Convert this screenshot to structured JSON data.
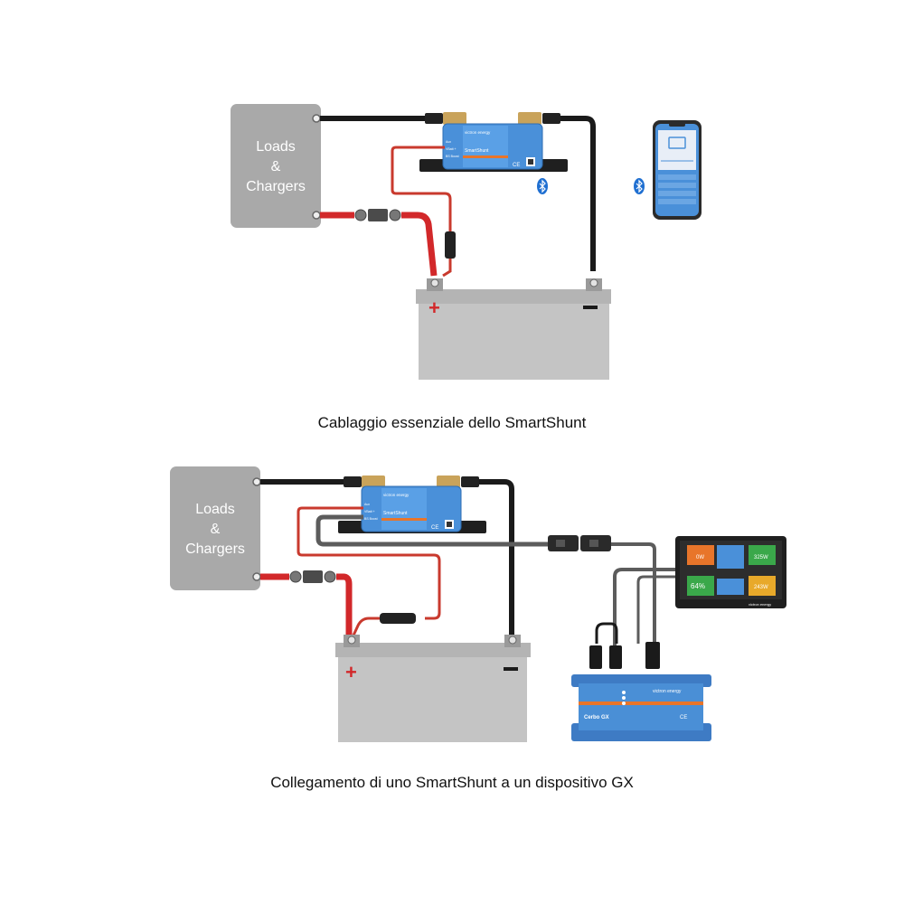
{
  "diagram1": {
    "box_lines": [
      "Loads",
      "&",
      "Chargers"
    ],
    "shunt_label": "SmartShunt",
    "shunt_brand": "victron energy",
    "shunt_terms": [
      "Aux",
      "VBatt +",
      "BS Boost"
    ],
    "ce_mark": "CE",
    "battery_plus": "+",
    "battery_minus": "−",
    "caption": "Cablaggio essenziale dello SmartShunt"
  },
  "diagram2": {
    "box_lines": [
      "Loads",
      "&",
      "Chargers"
    ],
    "shunt_label": "SmartShunt",
    "shunt_brand": "victron energy",
    "shunt_terms": [
      "Aux",
      "VBatt +",
      "BS Boost"
    ],
    "ce_mark": "CE",
    "battery_plus": "+",
    "battery_minus": "−",
    "gx_label": "Cerbo GX",
    "gx_brand": "victron energy",
    "gx_ce": "CE",
    "touch_tiles": [
      "0W",
      "325W",
      "64%",
      "243W"
    ],
    "touch_brand": "victron energy",
    "caption": "Collegamento di uno SmartShunt a un dispositivo GX"
  },
  "colors": {
    "box_gray": "#a9a9a9",
    "battery_gray": "#c4c4c4",
    "cable_black": "#1a1a1a",
    "cable_red": "#d2282a",
    "wire_red": "#c93a2e",
    "shunt_blue": "#4a90d9",
    "bluetooth_blue": "#1f6fd1",
    "gx_blue": "#4a8fd6",
    "accent_orange": "#e8752a"
  },
  "icons": [
    "bluetooth-icon",
    "phone-icon",
    "fuse-icon",
    "terminal-icon"
  ]
}
